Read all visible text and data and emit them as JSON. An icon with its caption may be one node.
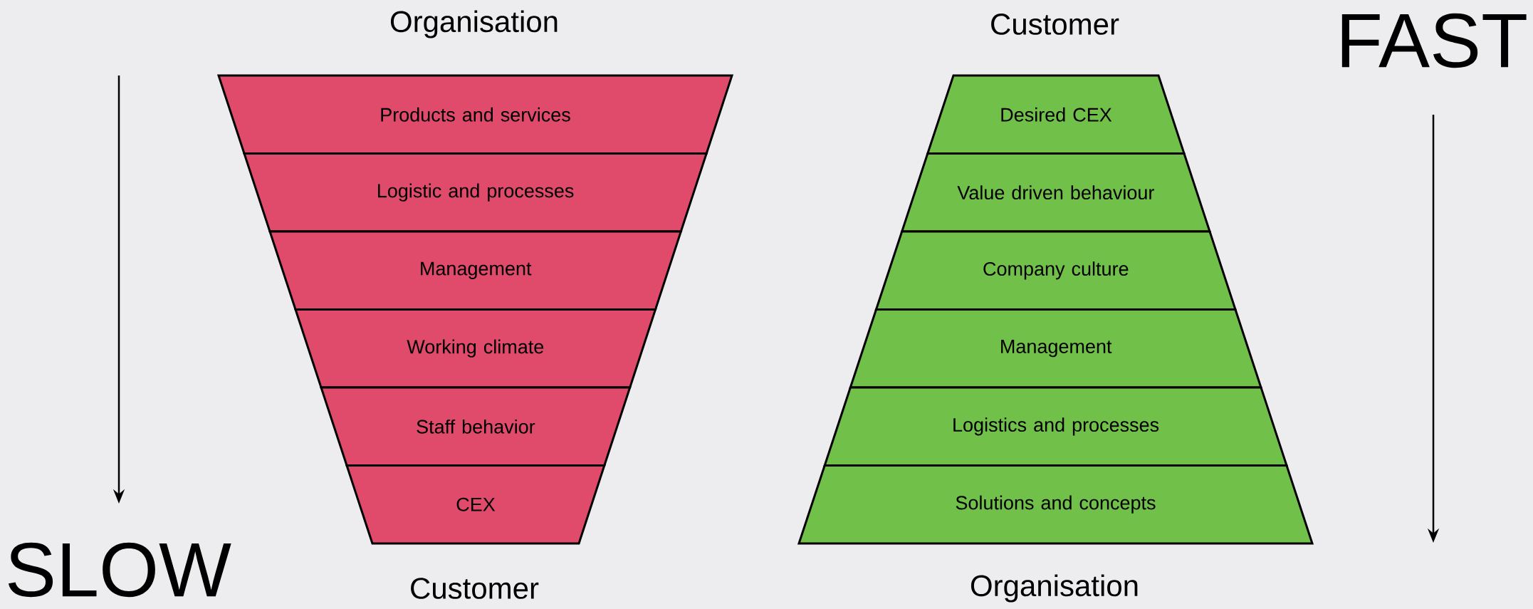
{
  "diagram": {
    "nodes": [
      {
        "text": [
          "Products and services"
        ]
      },
      {
        "text": [
          "Logistic and processes"
        ]
      },
      {
        "text": [
          "Management"
        ]
      },
      {
        "text": [
          "Working climate"
        ]
      },
      {
        "text": [
          "Staff behavior"
        ]
      },
      {
        "text": [
          "CEX"
        ]
      },
      {
        "text": [
          "Desired CEX"
        ]
      },
      {
        "text": [
          "Value driven behaviour"
        ]
      },
      {
        "text": [
          "Company culture"
        ]
      },
      {
        "text": [
          "Management"
        ]
      },
      {
        "text": [
          "Logistics and processes"
        ]
      },
      {
        "text": [
          "Solutions and concepts"
        ]
      }
    ],
    "labels": [
      "Organisation",
      "Customer",
      "FAST",
      "SLOW",
      "Customer",
      "Organisation"
    ]
  }
}
